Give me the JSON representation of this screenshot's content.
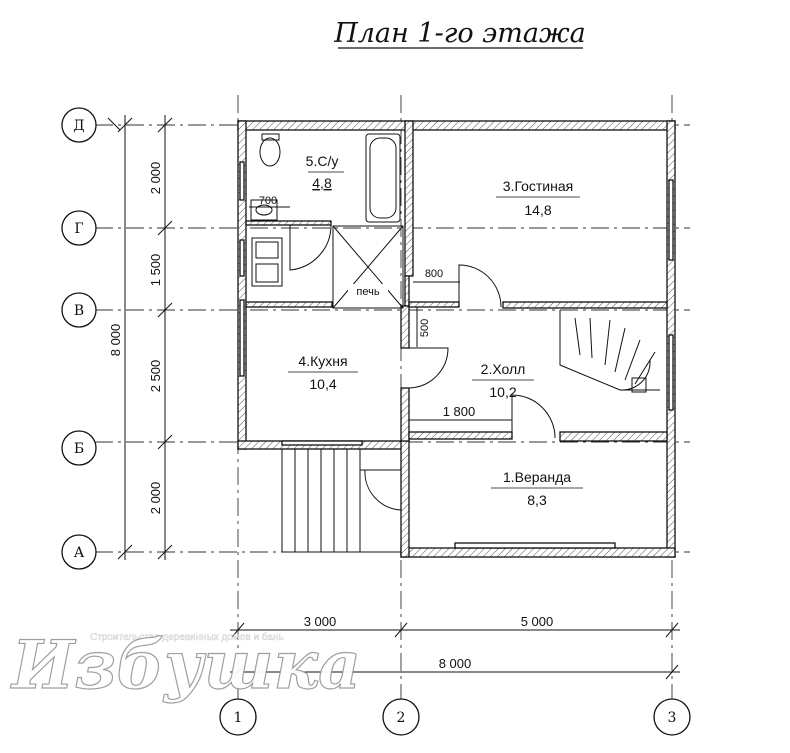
{
  "title": "План 1-го этажа",
  "rooms": [
    {
      "name": "5.С/у",
      "area": "4,8"
    },
    {
      "name": "3.Гостиная",
      "area": "14,8"
    },
    {
      "name": "4.Кухня",
      "area": "10,4"
    },
    {
      "name": "2.Холл",
      "area": "10,2"
    },
    {
      "name": "1.Веранда",
      "area": "8,3"
    }
  ],
  "stove_label": "печь",
  "inner_dims": {
    "d700": "700",
    "d800": "800",
    "d500": "500",
    "d1800": "1 800"
  },
  "left_axes": [
    "Д",
    "Г",
    "В",
    "Б",
    "А"
  ],
  "left_dims": [
    "2 000",
    "1 500",
    "2 500",
    "2 000"
  ],
  "left_total": "8 000",
  "bottom_dims": [
    "3 000",
    "5 000"
  ],
  "bottom_total": "8 000",
  "bottom_axes": [
    "1",
    "2",
    "3"
  ],
  "watermark": {
    "name": "Избушка",
    "tagline": "Строительство деревянных домов и бань"
  }
}
